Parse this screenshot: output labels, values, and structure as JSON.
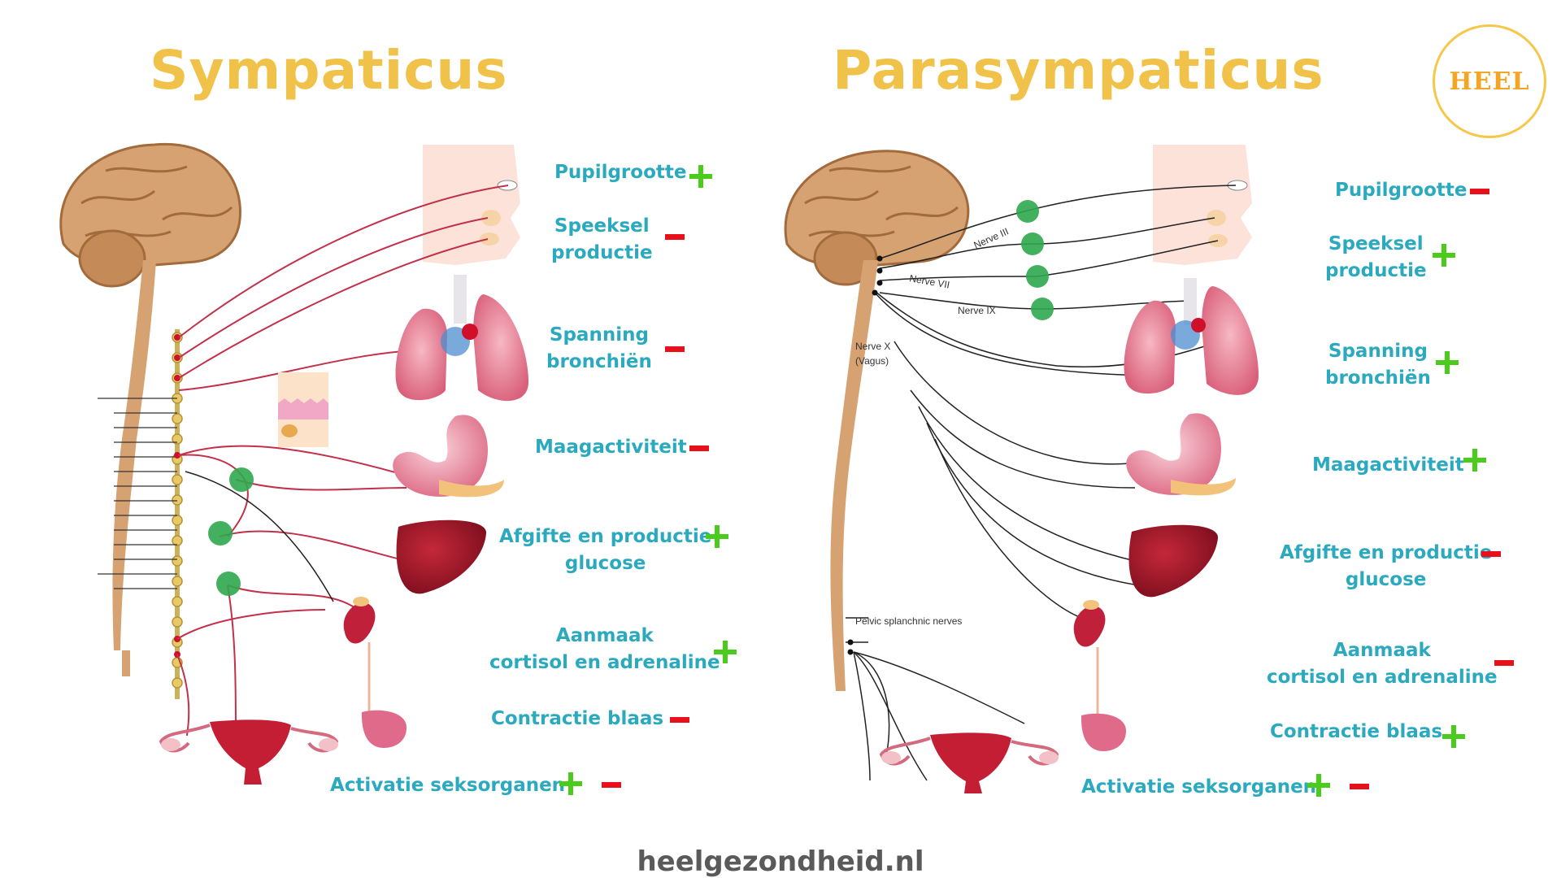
{
  "titles": {
    "left": "Sympaticus",
    "right": "Parasympaticus"
  },
  "logo": {
    "text": "HEEL"
  },
  "footer": {
    "site": "heelgezondheid.nl"
  },
  "left_labels": [
    {
      "line1": "Pupilgrootte",
      "line2": "",
      "effect": "+"
    },
    {
      "line1": "Speeksel",
      "line2": "productie",
      "effect": "-"
    },
    {
      "line1": "Spanning",
      "line2": "bronchiën",
      "effect": "-"
    },
    {
      "line1": "Maagactiviteit",
      "line2": "",
      "effect": "-"
    },
    {
      "line1": "Afgifte en productie",
      "line2": "glucose",
      "effect": "+"
    },
    {
      "line1": "Aanmaak",
      "line2": "cortisol en adrenaline",
      "effect": "+"
    },
    {
      "line1": "Contractie blaas",
      "line2": "",
      "effect": "-"
    },
    {
      "line1": "Activatie seksorganen",
      "line2": "",
      "effect": "+-"
    }
  ],
  "right_labels": [
    {
      "line1": "Pupilgrootte",
      "line2": "",
      "effect": "-"
    },
    {
      "line1": "Speeksel",
      "line2": "productie",
      "effect": "+"
    },
    {
      "line1": "Spanning",
      "line2": "bronchiën",
      "effect": "+"
    },
    {
      "line1": "Maagactiviteit",
      "line2": "",
      "effect": "+"
    },
    {
      "line1": "Afgifte en productie",
      "line2": "glucose",
      "effect": "-"
    },
    {
      "line1": "Aanmaak",
      "line2": "cortisol en adrenaline",
      "effect": "-"
    },
    {
      "line1": "Contractie blaas",
      "line2": "",
      "effect": "+"
    },
    {
      "line1": "Activatie seksorganen",
      "line2": "",
      "effect": "+-"
    }
  ],
  "diagram_labels": {
    "nerve_iii": "Nerve III",
    "nerve_vii": "Nerve VII",
    "nerve_ix": "Nerve IX",
    "nerve_x": "Nerve X",
    "vagus": "(Vagus)",
    "pelvic": "Pelvic splanchnic nerves"
  },
  "colors": {
    "title": "#f0c24a",
    "label": "#2aa9bf",
    "increase": "#4bcc1c",
    "decrease": "#e8101a",
    "nerve_sympathetic": "#c2304a",
    "ganglion": "#2fa84f",
    "footer": "#5a5a5a"
  }
}
